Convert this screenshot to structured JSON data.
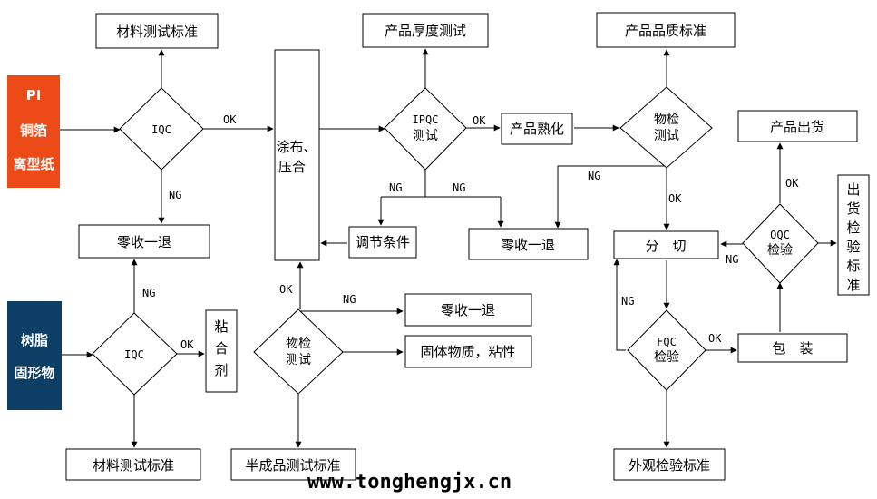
{
  "colors": {
    "orange": "#ec4b18",
    "navy": "#0d3e63"
  },
  "inputs": {
    "pi": [
      "PI",
      "铜箔",
      "离型纸"
    ],
    "resin": [
      "树脂",
      "固形物"
    ]
  },
  "boxes": {
    "material_std_top": "材料测试标准",
    "reject_left": "零收一退",
    "material_std_bottom": "材料测试标准",
    "adhesive": [
      "粘",
      "合",
      "剂"
    ],
    "coating": [
      "涂布、",
      "压合"
    ],
    "adjust": "调节条件",
    "reject_upper_mid": "零收一退",
    "semi_std": "半成品测试标准",
    "solid_visc": "固体物质，粘性",
    "thickness": "产品厚度测试",
    "maturing": "产品熟化",
    "reject_mid": "零收一退",
    "quality_std": "产品品质标准",
    "slitting": "分　切",
    "appearance_std": "外观检验标准",
    "packing": "包　装",
    "shipping": "产品出货",
    "shipping_std": [
      "出",
      "货",
      "检",
      "验",
      "标",
      "准"
    ]
  },
  "decisions": {
    "iqc_top": [
      "IQC"
    ],
    "iqc_bottom": [
      "IQC"
    ],
    "phys_left": [
      "物检",
      "测试"
    ],
    "ipqc": [
      "IPQC",
      "测试"
    ],
    "phys_right": [
      "物检",
      "测试"
    ],
    "fqc": [
      "FQC",
      "检验"
    ],
    "oqc": [
      "OQC",
      "检验"
    ]
  },
  "labels": {
    "ok": "OK",
    "ng": "NG"
  },
  "watermark": "www.tonghengjx.cn"
}
